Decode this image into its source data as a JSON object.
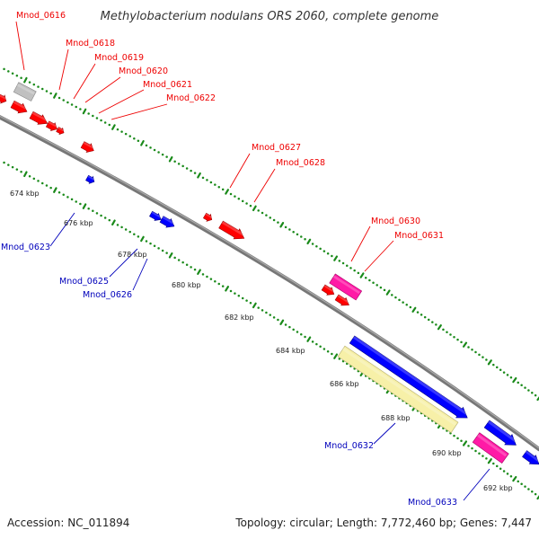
{
  "title": "Methylobacterium nodulans ORS 2060, complete genome",
  "footer": {
    "accession": "Accession: NC_011894",
    "summary": "Topology: circular; Length: 7,772,460 bp; Genes: 7,447"
  },
  "colors": {
    "forward_gene": "#ff0000",
    "reverse_gene": "#0000ff",
    "pink_gene": "#ff1aa6",
    "grey_gene": "#c0c0c0",
    "pale_gene": "#f7f0a8",
    "backbone": "#888888",
    "tick_marks": "#1a8a1a",
    "label_forward": "#ee0000",
    "label_reverse": "#0000bb"
  },
  "ticks": [
    "674 kbp",
    "676 kbp",
    "678 kbp",
    "680 kbp",
    "682 kbp",
    "684 kbp",
    "686 kbp",
    "688 kbp",
    "690 kbp",
    "692 kbp"
  ],
  "gene_labels": {
    "top": [
      "Mnod_0616",
      "Mnod_0618",
      "Mnod_0619",
      "Mnod_0620",
      "Mnod_0621",
      "Mnod_0622",
      "Mnod_0627",
      "Mnod_0628",
      "Mnod_0630",
      "Mnod_0631"
    ],
    "bottom": [
      "Mnod_0623",
      "Mnod_0625",
      "Mnod_0626",
      "Mnod_0632",
      "Mnod_0633"
    ]
  },
  "genes": [
    {
      "strand": "forward",
      "color": "grey"
    },
    {
      "strand": "forward",
      "color": "red"
    },
    {
      "strand": "forward",
      "color": "red"
    },
    {
      "strand": "forward",
      "color": "red"
    },
    {
      "strand": "forward",
      "color": "red"
    },
    {
      "strand": "forward",
      "color": "red"
    },
    {
      "strand": "forward",
      "color": "red"
    },
    {
      "strand": "forward",
      "color": "red"
    },
    {
      "strand": "forward",
      "color": "red"
    },
    {
      "strand": "forward",
      "color": "pink"
    },
    {
      "strand": "forward",
      "color": "red"
    },
    {
      "strand": "forward",
      "color": "red"
    },
    {
      "strand": "reverse",
      "color": "blue"
    },
    {
      "strand": "reverse",
      "color": "blue"
    },
    {
      "strand": "reverse",
      "color": "blue"
    },
    {
      "strand": "reverse",
      "color": "blue"
    },
    {
      "strand": "reverse",
      "color": "pale"
    },
    {
      "strand": "reverse",
      "color": "pink"
    },
    {
      "strand": "reverse",
      "color": "blue"
    },
    {
      "strand": "reverse",
      "color": "blue"
    }
  ]
}
